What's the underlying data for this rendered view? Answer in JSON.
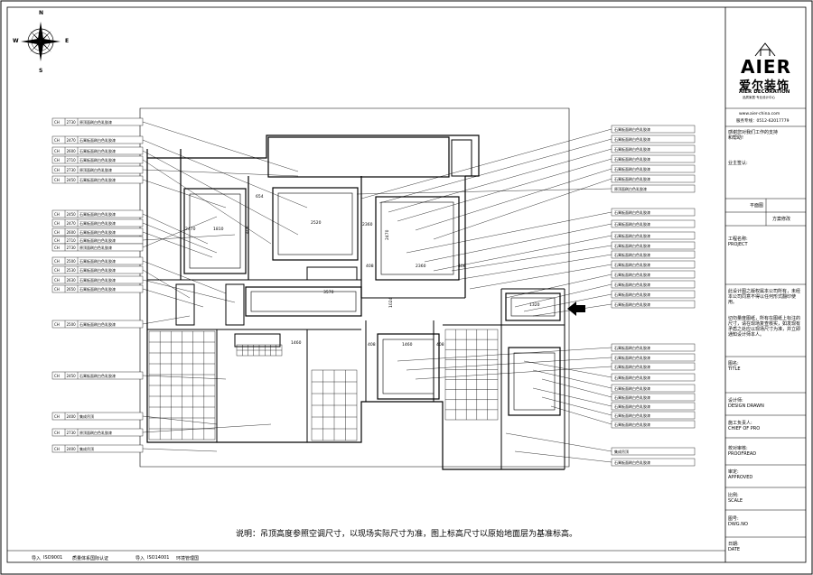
{
  "compass": {
    "n": "N",
    "s": "S",
    "e": "E",
    "w": "W"
  },
  "left_labels": [
    {
      "code": "CH",
      "h": "2730",
      "text": "原顶面刷白色乳胶漆"
    },
    {
      "code": "CH",
      "h": "2470",
      "text": "石膏板面刷白色乳胶漆"
    },
    {
      "code": "CH",
      "h": "2600",
      "text": "石膏板面刷白色乳胶漆"
    },
    {
      "code": "CH",
      "h": "2710",
      "text": "石膏板面刷白色乳胶漆"
    },
    {
      "code": "CH",
      "h": "2730",
      "text": "原顶面刷白色乳胶漆"
    },
    {
      "code": "CH",
      "h": "2450",
      "text": "石膏板面刷白色乳胶漆"
    },
    {
      "code": "CH",
      "h": "2450",
      "text": "石膏板面刷白色乳胶漆"
    },
    {
      "code": "CH",
      "h": "2470",
      "text": "石膏板面刷白色乳胶漆"
    },
    {
      "code": "CH",
      "h": "2600",
      "text": "石膏板面刷白色乳胶漆"
    },
    {
      "code": "CH",
      "h": "2710",
      "text": "石膏板面刷白色乳胶漆"
    },
    {
      "code": "CH",
      "h": "2730",
      "text": "原顶面刷白色乳胶漆"
    },
    {
      "code": "CH",
      "h": "2500",
      "text": "石膏板面刷白色乳胶漆"
    },
    {
      "code": "CH",
      "h": "2530",
      "text": "石膏板面刷白色乳胶漆"
    },
    {
      "code": "CH",
      "h": "2630",
      "text": "石膏板面刷白色乳胶漆"
    },
    {
      "code": "CH",
      "h": "2650",
      "text": "石膏板面刷白色乳胶漆"
    },
    {
      "code": "CH",
      "h": "2500",
      "text": "石膏板面刷白色乳胶漆"
    },
    {
      "code": "CH",
      "h": "2450",
      "text": "石膏板面刷白色乳胶漆"
    },
    {
      "code": "CH",
      "h": "2400",
      "text": "集成吊顶"
    },
    {
      "code": "CH",
      "h": "2730",
      "text": "原顶面刷白色乳胶漆"
    },
    {
      "code": "CH",
      "h": "2400",
      "text": "集成吊顶"
    }
  ],
  "right_labels": [
    "石膏板面刷白色乳胶漆",
    "石膏板面刷白色乳胶漆",
    "石膏板面刷白色乳胶漆",
    "石膏板面刷白色乳胶漆",
    "石膏板面刷白色乳胶漆",
    "石膏板面刷白色乳胶漆",
    "原顶面刷白色乳胶漆",
    "石膏板面刷白色乳胶漆",
    "石膏板面刷白色乳胶漆",
    "石膏板面刷白色乳胶漆",
    "石膏板面刷白色乳胶漆",
    "石膏板面刷白色乳胶漆",
    "石膏板面刷白色乳胶漆",
    "石膏板面刷白色乳胶漆",
    "石膏板面刷白色乳胶漆",
    "石膏板面刷白色乳胶漆",
    "石膏板面刷白色乳胶漆",
    "石膏板面刷白色乳胶漆",
    "石膏板面刷白色乳胶漆",
    "石膏板面刷白色乳胶漆",
    "石膏板面刷白色乳胶漆",
    "石膏板面刷白色乳胶漆",
    "石膏板面刷白色乳胶漆",
    "石膏板面刷白色乳胶漆",
    "石膏板面刷白色乳胶漆",
    "石膏板面刷白色乳胶漆",
    "集成吊顶",
    "石膏板面刷白色乳胶漆"
  ],
  "dims": [
    "654",
    "2520",
    "2470",
    "2360",
    "1810",
    "3570",
    "1460",
    "1320",
    "408",
    "408",
    "408",
    "408",
    "408",
    "1460",
    "1024",
    "2360",
    "2470"
  ],
  "brand": {
    "logo": "AIER",
    "name_cn": "爱尔装饰",
    "name_en": "AIER DECORATION",
    "tagline": "品质家居·专业设计中心",
    "site": "www.aier-china.com",
    "hotline": "服务专线：0512-62017779"
  },
  "title_block": {
    "thanks": "感谢您对我们工作的支持",
    "thanks2": "和帮助!",
    "owner": "业主签认:",
    "drawing": "平面图",
    "scheme": "方案修改",
    "project_cn": "工程名称:",
    "project_en": "PROJECT",
    "copyright": "此设计图之版权属本公司所有，未经本公司同意不得以任何形式翻印使用。",
    "verify": "切勿量度图纸，所有在图纸上标注的尺寸，请在现场复查核实，如发现有矛盾之处应以现场尺寸为准，并立即通知设计师本人。",
    "title_cn": "图名:",
    "title_en": "TITLE",
    "designer_cn": "设计师:",
    "designer_en": "DESIGN DRAWN",
    "chief_cn": "施工负责人:",
    "chief_en": "CHIEF OF PRO",
    "proof_cn": "校对审核:",
    "proof_en": "PROOFREAD",
    "approved_cn": "审定:",
    "approved_en": "APPROVED",
    "scale_cn": "比例:",
    "scale_en": "SCALE",
    "dwgno_cn": "图号:",
    "dwgno_en": "DWG.NO",
    "date_cn": "日期:",
    "date_en": "DATE"
  },
  "note": "说明：吊顶高度参照空调尺寸，以现场实际尺寸为准，图上标高尺寸以原始地面层为基准标高。",
  "footer": {
    "f1a": "导入",
    "f1b": "ISO9001",
    "f1c": "质量体系国际认证",
    "f2a": "导入",
    "f2b": "ISO14001",
    "f2c": "环境管理国"
  }
}
